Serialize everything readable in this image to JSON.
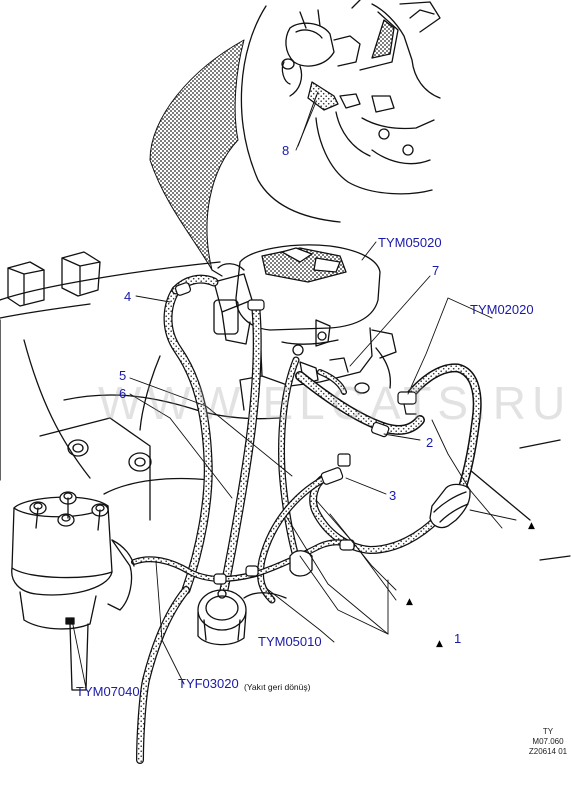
{
  "callouts": {
    "c1": "1",
    "c2": "2",
    "c3": "3",
    "c4": "4",
    "c5": "5",
    "c6": "6",
    "c7": "7",
    "c8": "8"
  },
  "part_links": {
    "tym05020": "TYM05020",
    "tym02020": "TYM02020",
    "tym05010": "TYM05010",
    "tym07040": "TYM07040",
    "tyf03020": "TYF03020"
  },
  "notes": {
    "fuel_return": "(Yakıt geri dönüş)"
  },
  "reference": {
    "line1": "TY",
    "line2": "M07.060",
    "line3": "Z20614 01"
  },
  "watermark": "WWW.ELCATS.RU",
  "marker_symbol": "▲",
  "colors": {
    "label": "#1a1aa8",
    "line_art": "#111111"
  }
}
